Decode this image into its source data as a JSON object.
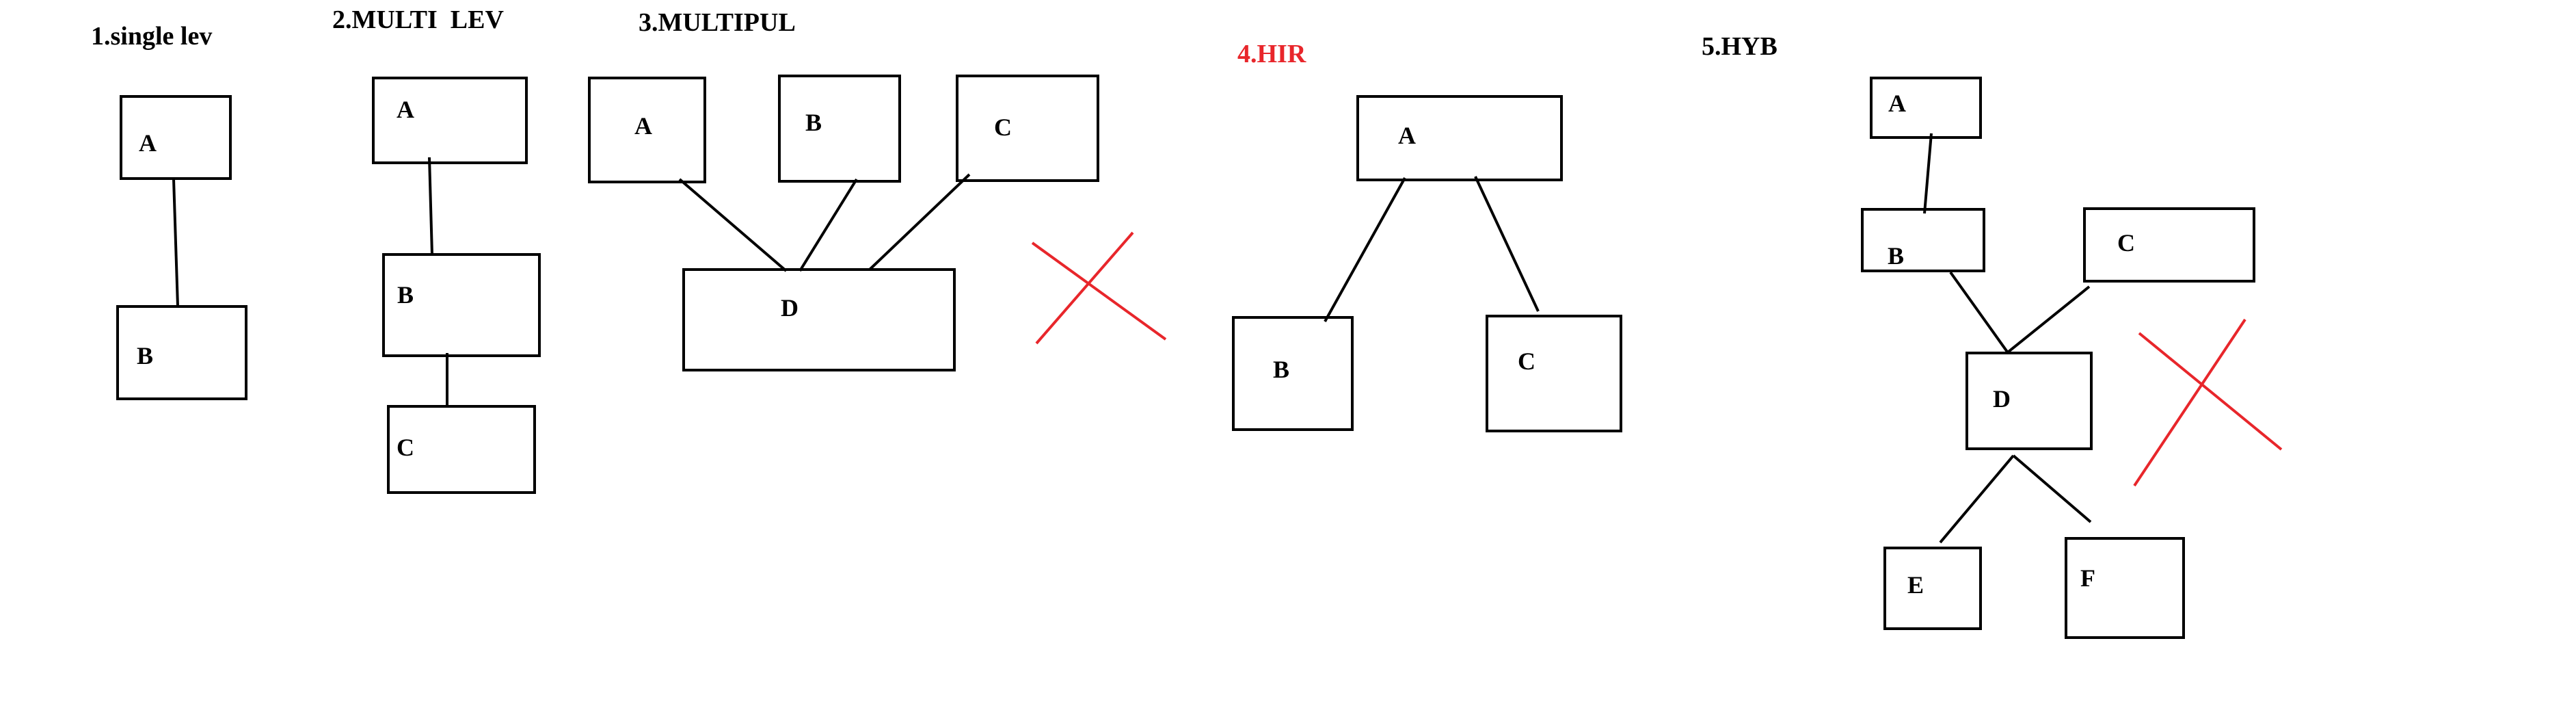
{
  "colors": {
    "ink": "#000000",
    "accent": "#e8262b",
    "background": "#ffffff"
  },
  "titles": [
    {
      "text": "1.single lev",
      "color": "ink"
    },
    {
      "text": "2.MULTI  LEV",
      "color": "ink"
    },
    {
      "text": "3.MULTIPUL",
      "color": "ink"
    },
    {
      "text": "4.HIR",
      "color": "accent"
    },
    {
      "text": "5.HYB",
      "color": "ink"
    }
  ],
  "diagrams": [
    {
      "title": "1.single lev",
      "nodes": [
        "A",
        "B"
      ],
      "edges": [
        [
          "A",
          "B"
        ]
      ]
    },
    {
      "title": "2.MULTI  LEV",
      "nodes": [
        "A",
        "B",
        "C"
      ],
      "edges": [
        [
          "A",
          "B"
        ],
        [
          "B",
          "C"
        ]
      ]
    },
    {
      "title": "3.MULTIPUL",
      "nodes": [
        "A",
        "B",
        "C",
        "D"
      ],
      "edges": [
        [
          "A",
          "D"
        ],
        [
          "B",
          "D"
        ],
        [
          "C",
          "D"
        ]
      ],
      "crossed_out": true
    },
    {
      "title": "4.HIR",
      "nodes": [
        "A",
        "B",
        "C"
      ],
      "edges": [
        [
          "A",
          "B"
        ],
        [
          "A",
          "C"
        ]
      ]
    },
    {
      "title": "5.HYB",
      "nodes": [
        "A",
        "B",
        "C",
        "D",
        "E",
        "F"
      ],
      "edges": [
        [
          "A",
          "B"
        ],
        [
          "B",
          "D"
        ],
        [
          "C",
          "D"
        ],
        [
          "D",
          "E"
        ],
        [
          "D",
          "F"
        ]
      ],
      "crossed_out": true
    }
  ]
}
